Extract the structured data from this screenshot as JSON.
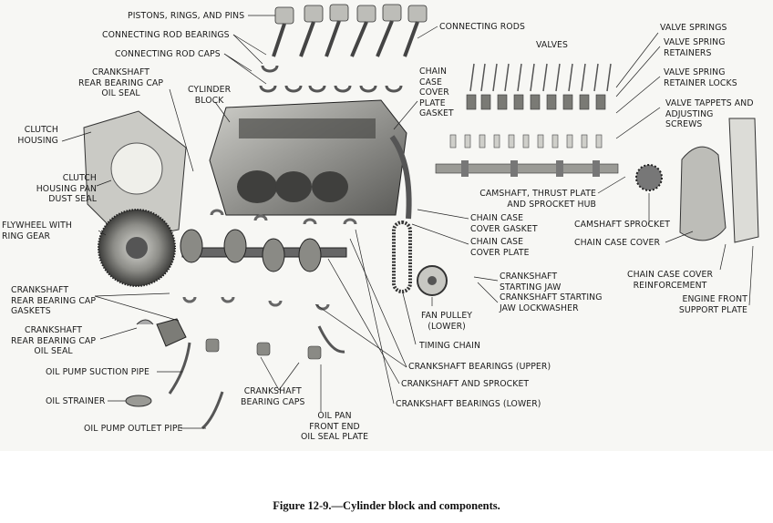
{
  "caption": "Figure 12-9.—Cylinder block and components.",
  "labels": {
    "pistons": "PISTONS, RINGS, AND PINS",
    "conrod_bearings": "CONNECTING ROD BEARINGS",
    "conrod_caps": "CONNECTING ROD CAPS",
    "conrods": "CONNECTING RODS",
    "crank_seal": [
      "CRANKSHAFT",
      "REAR BEARING CAP",
      "OIL SEAL"
    ],
    "cyl_block": [
      "CYLINDER",
      "BLOCK"
    ],
    "chain_gasket": [
      "CHAIN",
      "CASE",
      "COVER",
      "PLATE",
      "GASKET"
    ],
    "valves": "VALVES",
    "valve_springs": "VALVE SPRINGS",
    "spring_retainers": [
      "VALVE SPRING",
      "RETAINERS"
    ],
    "retainer_locks": [
      "VALVE SPRING",
      "RETAINER LOCKS"
    ],
    "tappets": [
      "VALVE TAPPETS AND",
      "ADJUSTING",
      "SCREWS"
    ],
    "clutch_housing": [
      "CLUTCH",
      "HOUSING"
    ],
    "clutch_dust_seal": [
      "CLUTCH",
      "HOUSING PAN",
      "DUST SEAL"
    ],
    "flywheel": [
      "FLYWHEEL WITH",
      "RING GEAR"
    ],
    "camshaft": [
      "CAMSHAFT, THRUST PLATE",
      "AND SPROCKET HUB"
    ],
    "cam_sprocket": "CAMSHAFT SPROCKET",
    "chain_case_cover": "CHAIN CASE COVER",
    "chain_case_cover_gasket": [
      "CHAIN CASE",
      "COVER GASKET"
    ],
    "chain_case_cover_plate": [
      "CHAIN CASE",
      "COVER PLATE"
    ],
    "starting_jaw": [
      "CRANKSHAFT",
      "STARTING JAW"
    ],
    "jaw_lockwasher": [
      "CRANKSHAFT STARTING",
      "JAW LOCKWASHER"
    ],
    "cover_reinforcement": [
      "CHAIN CASE COVER",
      "REINFORCEMENT"
    ],
    "front_support": [
      "ENGINE FRONT",
      "SUPPORT PLATE"
    ],
    "cap_gaskets": [
      "CRANKSHAFT",
      "REAR BEARING CAP",
      "GASKETS"
    ],
    "crank_seal2": [
      "CRANKSHAFT",
      "REAR BEARING CAP",
      "OIL SEAL"
    ],
    "fan_pulley": [
      "FAN PULLEY",
      "(LOWER)"
    ],
    "timing_chain": "TIMING CHAIN",
    "bearings_upper": "CRANKSHAFT BEARINGS (UPPER)",
    "crank_sprocket": "CRANKSHAFT AND SPROCKET",
    "bearings_lower": "CRANKSHAFT BEARINGS (LOWER)",
    "suction_pipe": "OIL PUMP SUCTION PIPE",
    "oil_strainer": "OIL STRAINER",
    "outlet_pipe": "OIL PUMP OUTLET PIPE",
    "bearing_caps": [
      "CRANKSHAFT",
      "BEARING CAPS"
    ],
    "front_oil_seal": [
      "OIL PAN",
      "FRONT END",
      "OIL SEAL PLATE"
    ]
  }
}
